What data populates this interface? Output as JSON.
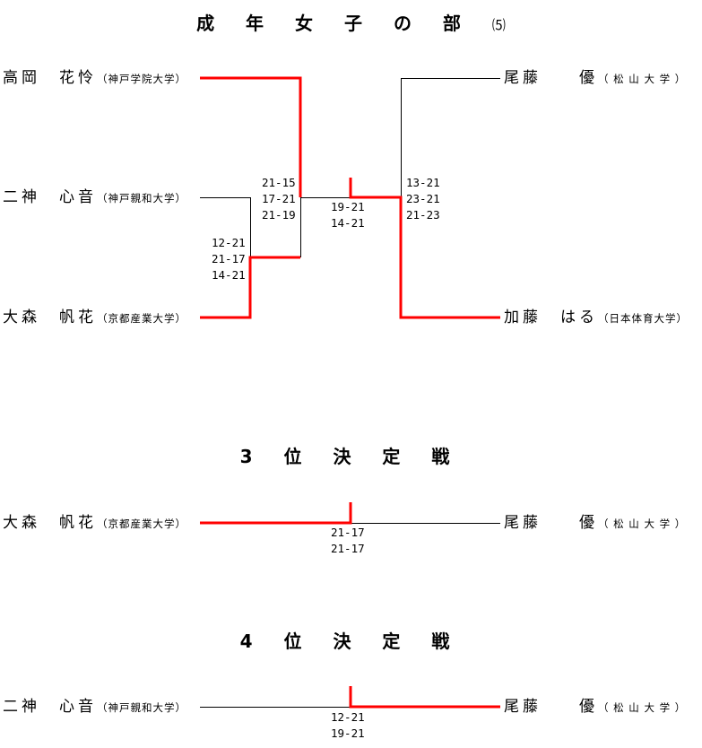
{
  "main": {
    "title": "成 年 女 子 の 部",
    "title_sub": "⑸",
    "players_left": [
      {
        "name": "高岡　花怜",
        "school": "（神戸学院大学）"
      },
      {
        "name": "二神　心音",
        "school": "（神戸親和大学）"
      },
      {
        "name": "大森　帆花",
        "school": "（京都産業大学）"
      }
    ],
    "players_right": [
      {
        "name": "尾藤　　優",
        "school": "（ 松 山 大 学 ）"
      },
      {
        "name": "加藤　はる",
        "school": "（日本体育大学）"
      }
    ],
    "scores": {
      "r1": [
        "12-21",
        "21-17",
        "14-21"
      ],
      "semi_left": [
        "21-15",
        "17-21",
        "21-19"
      ],
      "semi_right": [
        "13-21",
        "23-21",
        "21-23"
      ],
      "final": [
        "19-21",
        "14-21"
      ]
    }
  },
  "third": {
    "title": "3 位 決 定 戦",
    "left": {
      "name": "大森　帆花",
      "school": "（京都産業大学）"
    },
    "right": {
      "name": "尾藤　　優",
      "school": "（ 松 山 大 学 ）"
    },
    "scores": [
      "21-17",
      "21-17"
    ]
  },
  "fourth": {
    "title": "4 位 決 定 戦",
    "left": {
      "name": "二神　心音",
      "school": "（神戸親和大学）"
    },
    "right": {
      "name": "尾藤　　優",
      "school": "（ 松 山 大 学 ）"
    },
    "scores": [
      "12-21",
      "19-21"
    ]
  },
  "colors": {
    "winner_line": "#ff0000",
    "line": "#000000"
  }
}
